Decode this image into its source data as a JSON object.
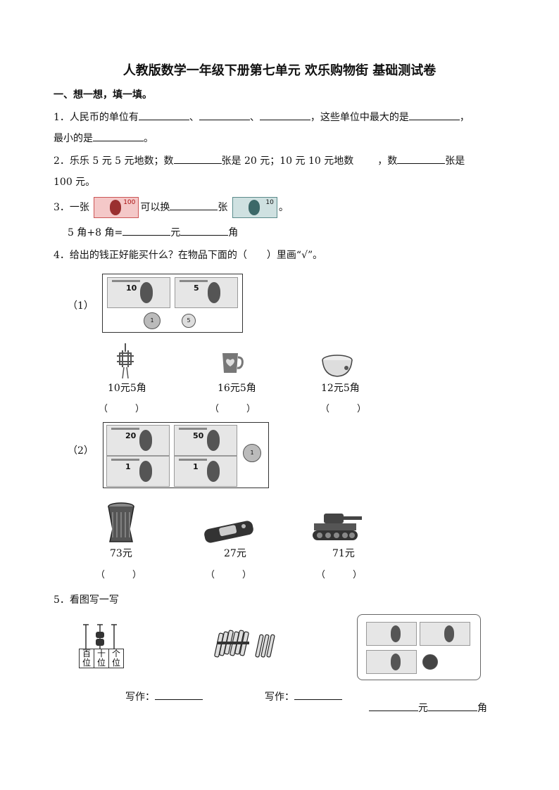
{
  "title": "人教版数学一年级下册第七单元 欢乐购物街 基础测试卷",
  "section1": "一、想一想，填一填。",
  "q1": {
    "num": "1．",
    "text_a": "人民币的单位有",
    "sep": "、",
    "text_b": "，这些单位中最大的是",
    "sep2": "，",
    "line2_a": "最小的是",
    "line2_end": "。"
  },
  "q2": {
    "num": "2．",
    "text_a": "乐乐 5 元 5 元地数；数",
    "text_b": "张是 20 元；10 元 10 元地数",
    "text_c": "，数",
    "text_d": "张是",
    "line2": "100 元。"
  },
  "q3": {
    "num": "3．",
    "text_a": "一张",
    "text_b": "可以换",
    "text_c": "张",
    "end": "。",
    "note_a": "100",
    "note_b": "10",
    "line2_a": "5 角+8 角=",
    "line2_b": "元",
    "line2_c": "角"
  },
  "q4": {
    "num": "4．",
    "text": "给出的钱正好能买什么？在物品下面的（　　）里画“√”。",
    "part1": {
      "label": "（1）",
      "bills": [
        "10",
        "5"
      ],
      "coins": [
        "1",
        "5"
      ],
      "items": [
        {
          "price": "10元5角",
          "icon": "chinese-knot-icon"
        },
        {
          "price": "16元5角",
          "icon": "cup-icon"
        },
        {
          "price": "12元5角",
          "icon": "bowl-icon"
        }
      ]
    },
    "part2": {
      "label": "（2）",
      "bills": [
        "20",
        "50",
        "1",
        "1"
      ],
      "coins": [
        "1"
      ],
      "items": [
        {
          "price": "73元",
          "icon": "drum-icon"
        },
        {
          "price": "27元",
          "icon": "pencil-case-icon"
        },
        {
          "price": "71元",
          "icon": "toy-tank-icon"
        }
      ]
    },
    "paren": "（　　　）"
  },
  "q5": {
    "num": "5．",
    "text": "看图写一写",
    "abacus": [
      "百位",
      "十位",
      "个位"
    ],
    "write_label": "写作：",
    "unit_yuan": "元",
    "unit_jiao": "角"
  }
}
